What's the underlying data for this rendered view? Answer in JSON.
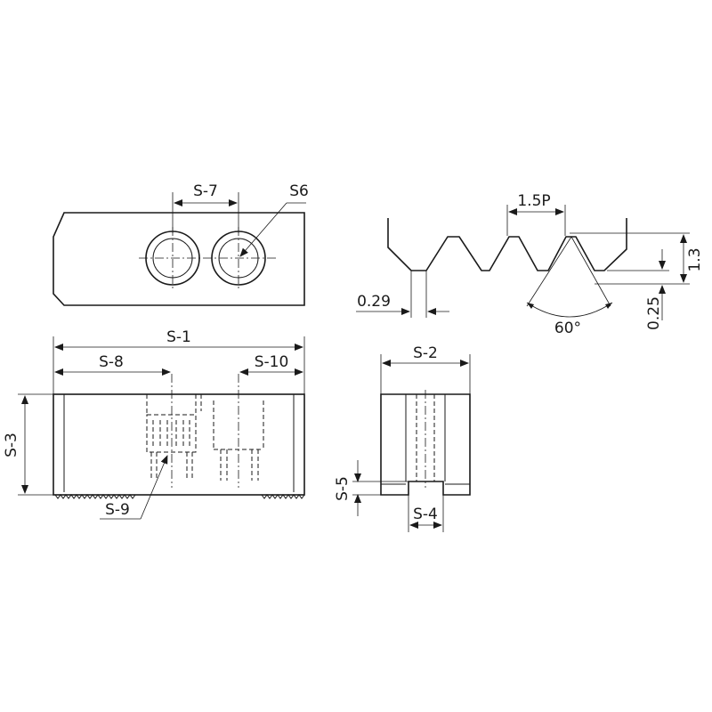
{
  "labels": {
    "s1": "S-1",
    "s2": "S-2",
    "s3": "S-3",
    "s4": "S-4",
    "s5": "S-5",
    "s6": "S6",
    "s7": "S-7",
    "s8": "S-8",
    "s9": "S-9",
    "s10": "S-10"
  },
  "tooth_profile": {
    "pitch": "1.5P",
    "tooth_height": "1.3",
    "root_width": "0.29",
    "crest_flat": "0.25",
    "angle": "60°"
  }
}
